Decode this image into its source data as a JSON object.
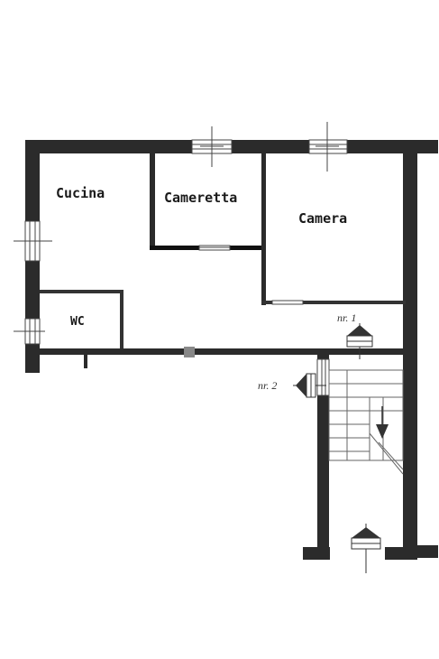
{
  "plan": {
    "rooms": {
      "cucina": "Cucina",
      "cameretta": "Cameretta",
      "camera": "Camera",
      "wc": "WC"
    },
    "references": {
      "nr1": "nr. 1",
      "nr2": "nr. 2"
    }
  },
  "colors": {
    "wall": "#2b2b2b",
    "thin_line": "#444444",
    "paper": "#ffffff"
  }
}
